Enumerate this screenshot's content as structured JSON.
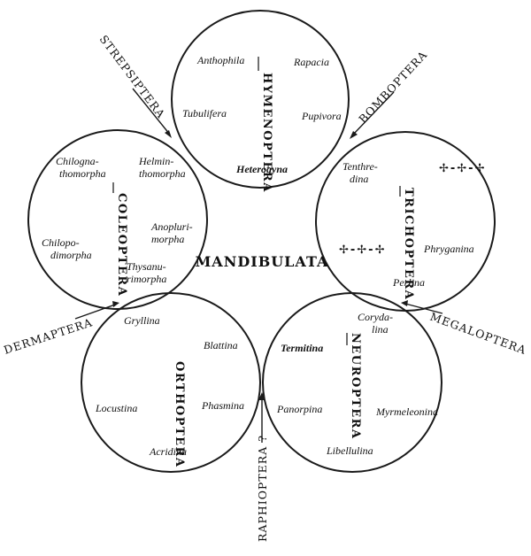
{
  "center_label": "MANDIBULATA",
  "orders": {
    "hymenoptera": {
      "name": "HYMENOPTERA",
      "anthophila": "Anthophila",
      "rapacia": "Rapacia",
      "tubulifera": "Tubulifera",
      "pupivora": "Pupivora",
      "heterogyna": "Heterogyna"
    },
    "coleoptera": {
      "name": "COLEOPTERA",
      "chilognathomorpha": [
        "Chilogna-",
        "thomorpha"
      ],
      "helminthomorpha": [
        "Helmin-",
        "thomorpha"
      ],
      "anoplurimorpha": [
        "Anopluri-",
        "morpha"
      ],
      "chilopodimorpha": [
        "Chilopo-",
        "dimorpha"
      ],
      "thysanurimorpha": [
        "Thysanu-",
        "rimorpha"
      ]
    },
    "trichoptera": {
      "name": "TRICHOPTERA",
      "tenthredina": [
        "Tenthre-",
        "dina"
      ],
      "phryganina": "Phryganina",
      "perlina": "Perlina",
      "mark_top": "✢-✢-✢",
      "mark_bottom": "✢-✢-✢"
    },
    "orthoptera": {
      "name": "ORTHOPTERA",
      "gryllina": "Gryllina",
      "blattina": "Blattina",
      "locustina": "Locustina",
      "phasmina": "Phasmina",
      "acridina": "Acridina"
    },
    "neuroptera": {
      "name": "NEUROPTERA",
      "corydalina": [
        "Coryda-",
        "lina"
      ],
      "termitina": "Termitina",
      "panorpina": "Panorpina",
      "myrmeleonina": "Myrmeleonina",
      "libellulina": "Libellulina"
    }
  },
  "outliers": {
    "strepsiptera": "STREPSIPTERA",
    "bomboptera": "BOMBOPTERA",
    "dermaptera": "DERMAPTERA",
    "megaloptera": "MEGALOPTERA",
    "raphioptera": "RAPHIOPTERA ?"
  }
}
